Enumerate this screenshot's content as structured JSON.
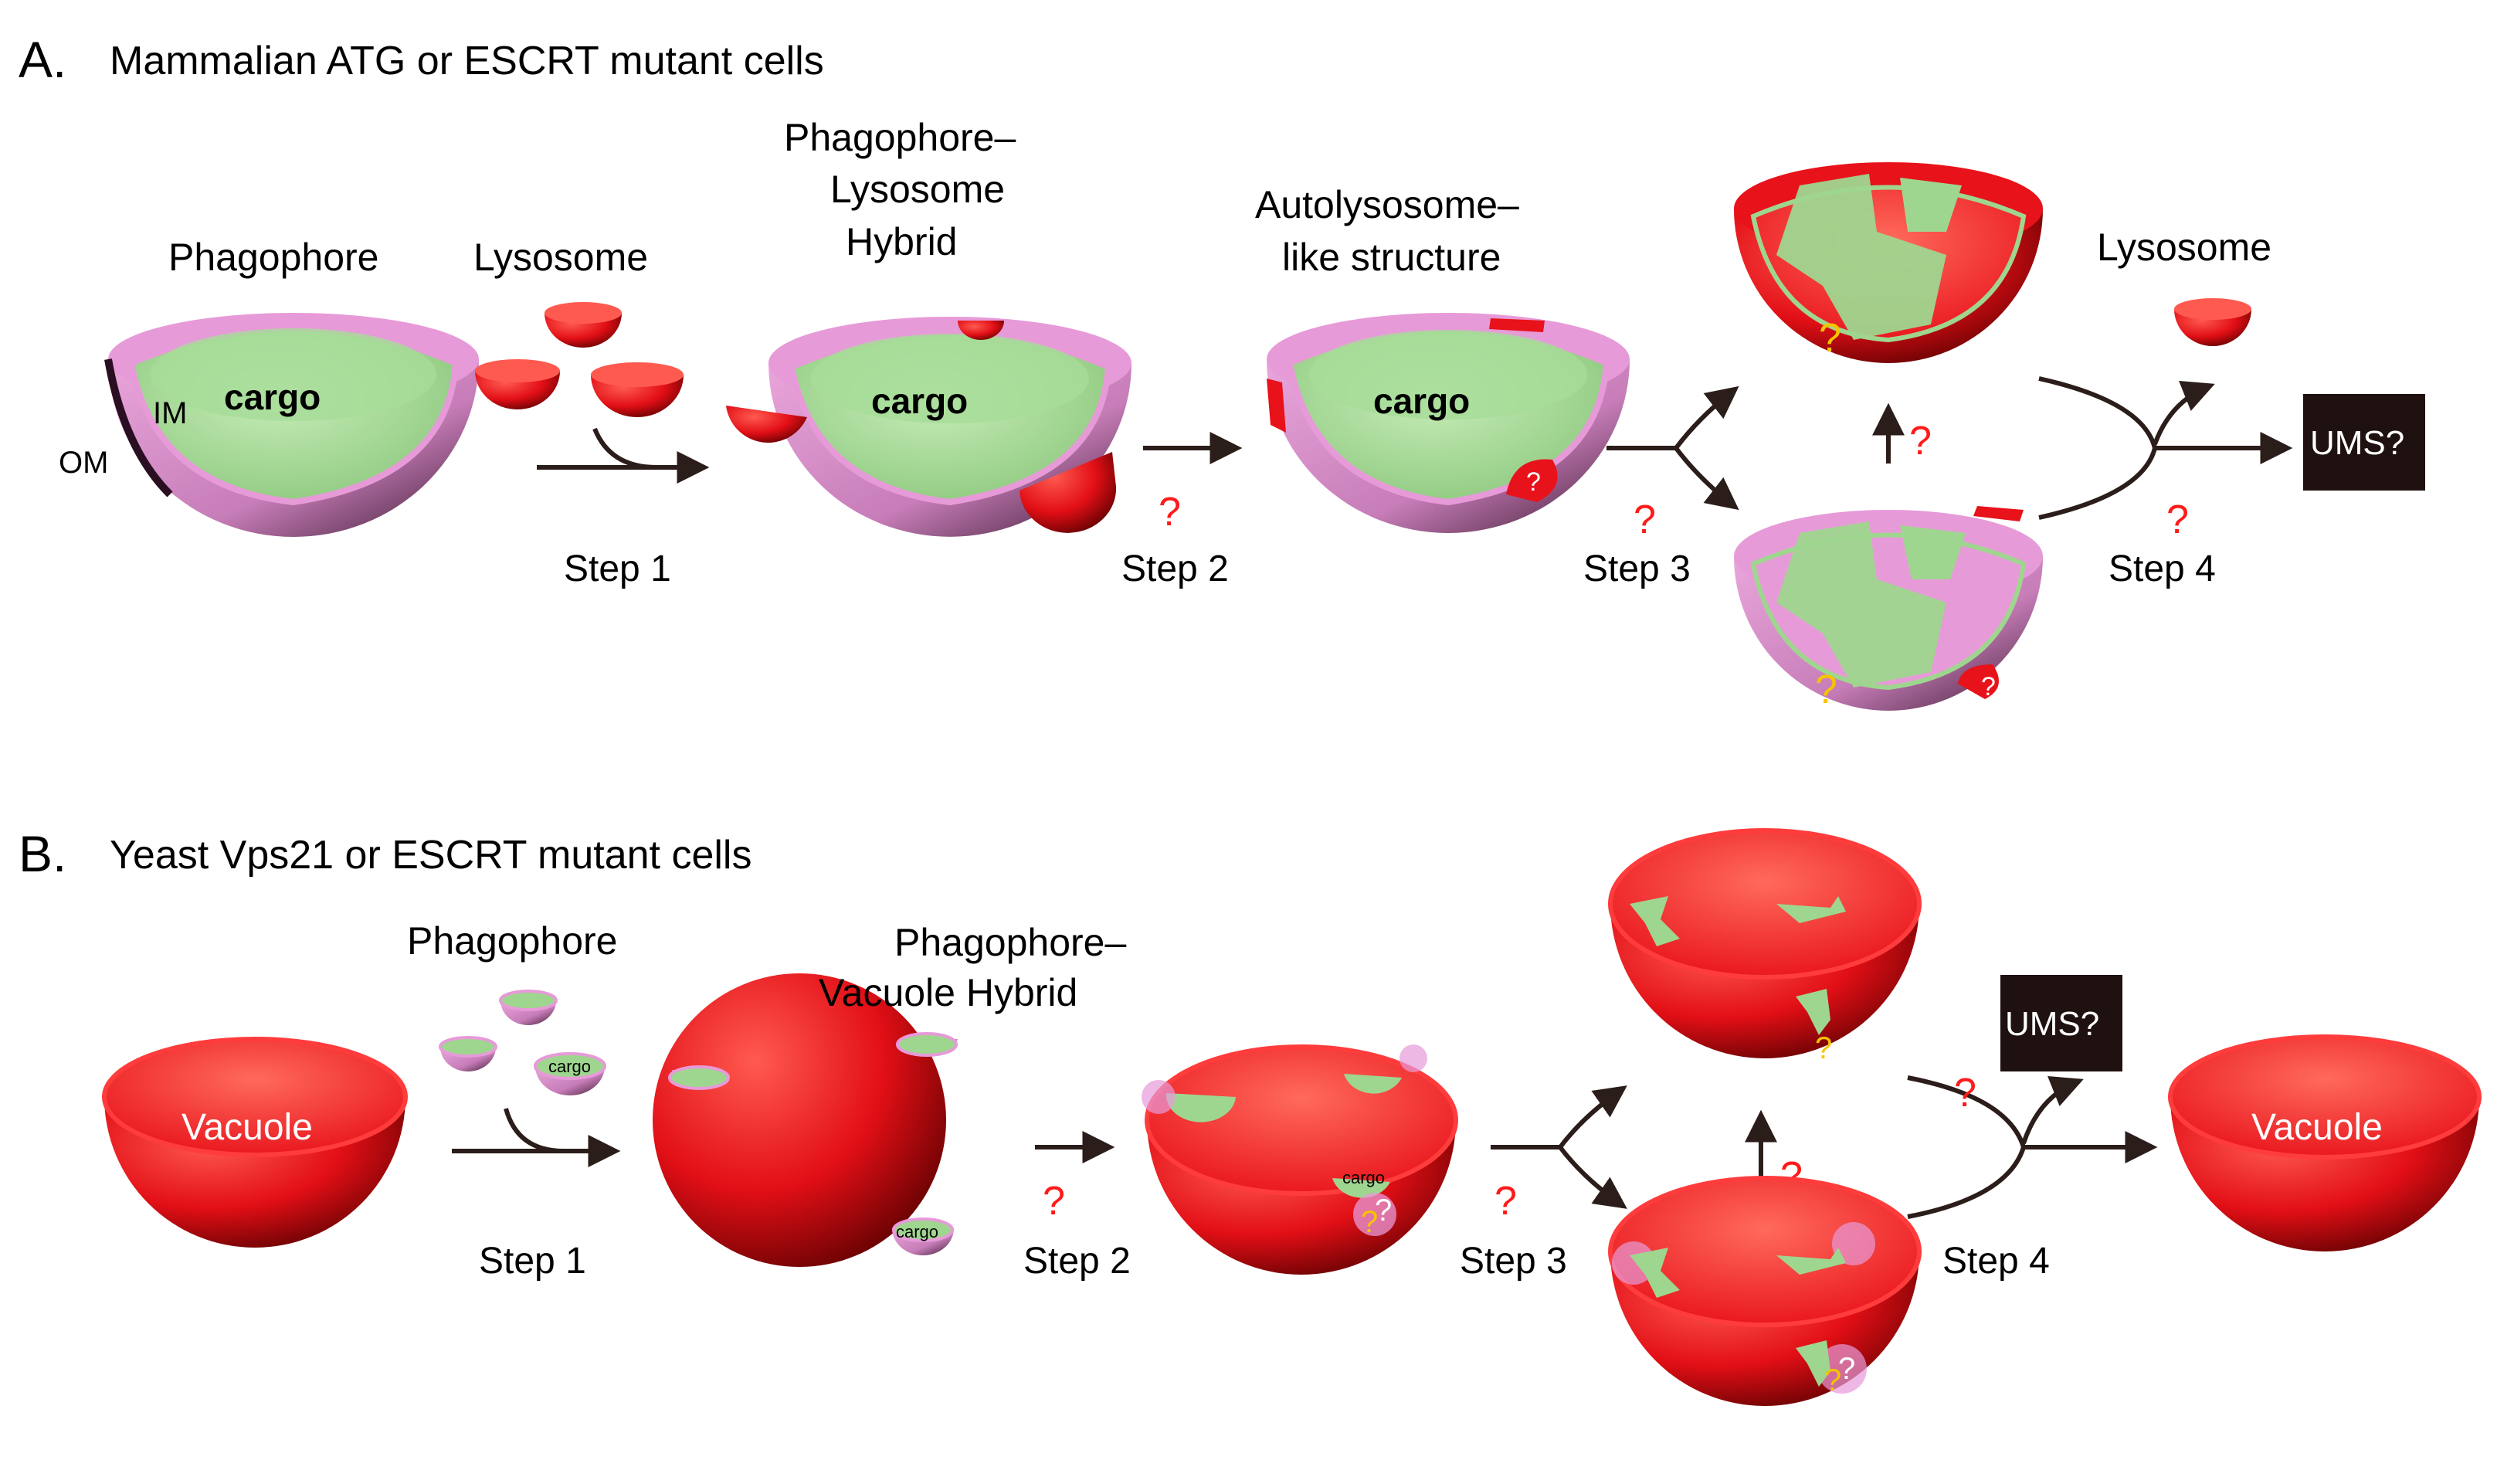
{
  "colors": {
    "lysosome_red": "#e8121a",
    "membrane_pink": "#e79ad8",
    "cargo_green": "#9fd68f",
    "arrow": "#2b1d1a",
    "question_red": "#ff1a1a",
    "question_yellow": "#f5c400",
    "ums_box": "#1f1110"
  },
  "panelA": {
    "letter": "A.",
    "title": "Mammalian ATG or ESCRT mutant cells",
    "labels": {
      "phagophore": "Phagophore",
      "lysosome": "Lysosome",
      "hybrid_line1": "Phagophore–",
      "hybrid_line2": "Lysosome",
      "hybrid_line3": "Hybrid",
      "autolyso_line1": "Autolysosome–",
      "autolyso_line2": "like structure",
      "lysosome_right": "Lysosome",
      "cargo": "cargo",
      "im": "IM",
      "om": "OM",
      "ums": "UMS?",
      "step1": "Step 1",
      "step2": "Step 2",
      "step3": "Step 3",
      "step4": "Step 4",
      "q": "?"
    }
  },
  "panelB": {
    "letter": "B.",
    "title": "Yeast Vps21 or ESCRT mutant cells",
    "labels": {
      "vacuole": "Vacuole",
      "phagophore": "Phagophore",
      "hybrid_line1": "Phagophore–",
      "hybrid_line2": "Vacuole Hybrid",
      "cargo": "cargo",
      "ums": "UMS?",
      "step1": "Step 1",
      "step2": "Step 2",
      "step3": "Step 3",
      "step4": "Step 4",
      "q": "?"
    }
  }
}
